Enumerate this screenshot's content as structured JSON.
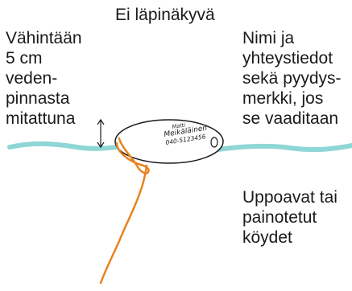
{
  "labels": {
    "top": [
      "Ei läpinäkyvä"
    ],
    "left": [
      "Vähintään",
      "5 cm",
      "veden-",
      "pinnasta",
      "mitattuna"
    ],
    "right": [
      "Nimi ja",
      "yhteystiedot",
      "sekä pyydys-",
      "merkki, jos",
      "se vaaditaan"
    ],
    "bottom": [
      "Uppoavat tai",
      "painotetut",
      "köydet"
    ]
  },
  "float_tag": {
    "lines": [
      "Matti",
      "Meikäläinen",
      "040-5123456"
    ]
  },
  "colors": {
    "water": "#8fd6d6",
    "rope": "#e8821e",
    "outline": "#1a1a1a",
    "text": "#1a1a1a"
  },
  "icons": {
    "height_arrow": "double-arrow-vertical-icon"
  }
}
